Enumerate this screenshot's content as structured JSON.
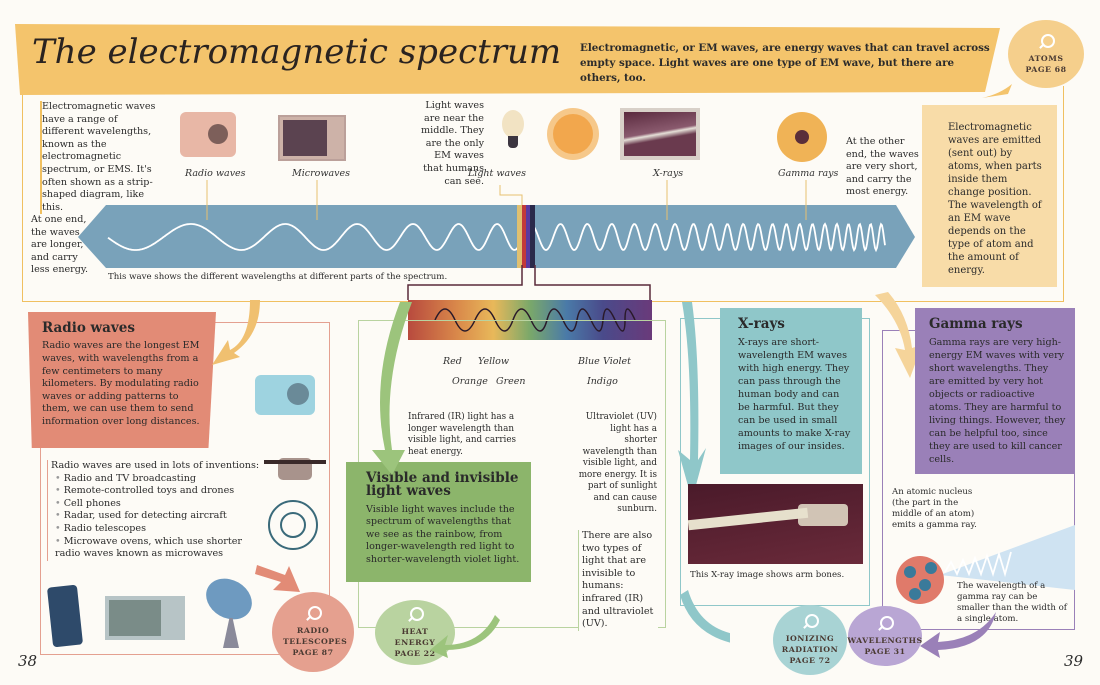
{
  "header": {
    "title": "The electromagnetic spectrum",
    "intro": "Electromagnetic, or EM waves, are energy waves that can travel across empty space. Light waves are one type of EM wave, but there are others, too."
  },
  "atoms_link": {
    "label": "ATOMS",
    "page": "PAGE 68"
  },
  "strip": {
    "intro": "Electromagnetic waves have a range of different wavelengths, known as the electromagnetic spectrum, or EMS. It's often shown as a strip-shaped diagram, like this.",
    "labels": [
      "Radio waves",
      "Microwaves",
      "Light waves",
      "X-rays",
      "Gamma rays"
    ],
    "light_note": "Light waves are near the middle. They are the only EM waves that humans can see.",
    "one_end": "At one end, the waves are longer, and carry less energy.",
    "other_end": "At the other end, the waves are very short, and carry the most energy.",
    "caption": "This wave shows the different wavelengths at different parts of the spectrum."
  },
  "emitted_note": "Electromagnetic waves are emitted (sent out) by atoms, when parts inside them change position. The wavelength of an EM wave depends on the type of atom and the amount of energy.",
  "colors": {
    "labels": [
      "Red",
      "Orange",
      "Yellow",
      "Green",
      "Blue",
      "Indigo",
      "Violet"
    ]
  },
  "light": {
    "infrared": "Infrared (IR) light has a longer wavelength than visible light, and carries heat energy.",
    "ultraviolet": "Ultraviolet (UV) light has a shorter wavelength than visible light, and more energy. It is part of sunlight and can cause sunburn.",
    "title": "Visible and invisible light waves",
    "body": "Visible light waves include the spectrum of wavelengths that we see as the rainbow, from longer-wavelength red light to shorter-wavelength violet light.",
    "invisible_note": "There are also two types of light that are invisible to humans: infrared (IR) and ultraviolet (UV).",
    "link_label": "HEAT ENERGY",
    "link_page": "PAGE 22"
  },
  "radio": {
    "title": "Radio waves",
    "body": "Radio waves are the longest EM waves, with wavelengths from a few centimeters to many kilometers. By modulating radio waves or adding patterns to them, we can use them to send information over long distances.",
    "uses_intro": "Radio waves are used in lots of inventions:",
    "uses": [
      "Radio and TV broadcasting",
      "Remote-controlled toys and drones",
      "Cell phones",
      "Radar, used for detecting aircraft",
      "Radio telescopes",
      "Microwave ovens, which use shorter radio waves known as microwaves"
    ],
    "link_label": "RADIO TELESCOPES",
    "link_page": "PAGE 87"
  },
  "xrays": {
    "title": "X-rays",
    "body": "X-rays are short-wavelength EM waves with high energy. They can pass through the human body and can be harmful. But they can be used in small amounts to make X-ray images of our insides.",
    "caption": "This X-ray image shows arm bones.",
    "link_label": "IONIZING RADIATION",
    "link_page": "PAGE 72"
  },
  "gamma": {
    "title": "Gamma rays",
    "body": "Gamma rays are very high-energy EM waves with very short wavelengths. They are emitted by very hot objects or radioactive atoms. They are harmful to living things. However, they can be helpful too, since they are used to kill cancer cells.",
    "nucleus_note": "An atomic nucleus (the part in the middle of an atom) emits a gamma ray.",
    "wavelength_note": "The wavelength of a gamma ray can be smaller than the width of a single atom.",
    "link_label": "WAVELENGTHS",
    "link_page": "PAGE 31"
  },
  "pages": {
    "left": "38",
    "right": "39"
  }
}
